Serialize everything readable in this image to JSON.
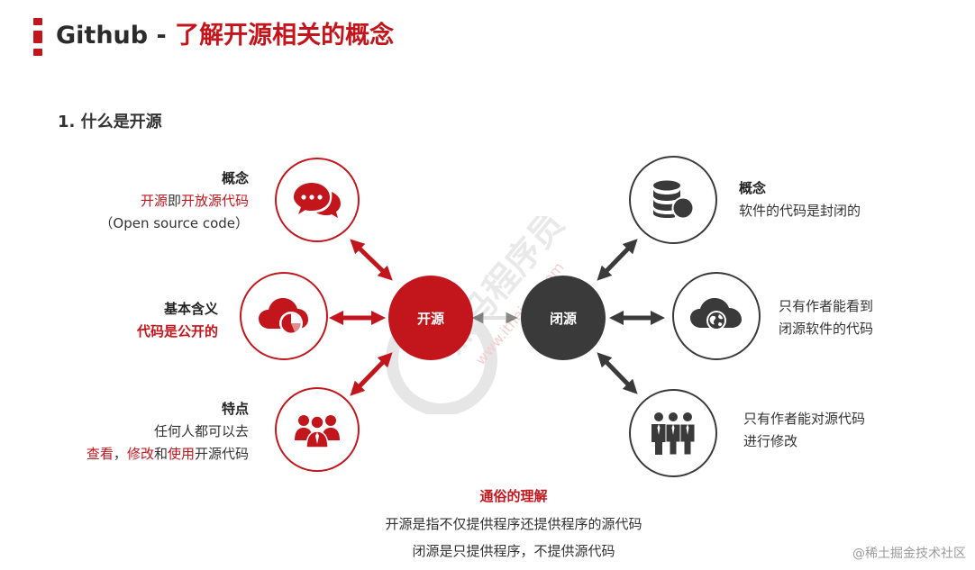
{
  "header": {
    "title_prefix": "Github - ",
    "title_main": "了解开源相关的概念"
  },
  "section": {
    "heading": "1. 什么是开源"
  },
  "hubs": {
    "open": "开源",
    "closed": "闭源"
  },
  "left": {
    "concept": {
      "heading": "概念",
      "line1_a": "开源",
      "line1_b": "即",
      "line1_c": "开放源代码",
      "line2": "（Open source code）"
    },
    "meaning": {
      "heading": "基本含义",
      "line1": "代码是公开的"
    },
    "feature": {
      "heading": "特点",
      "line1": "任何人都可以去",
      "line2_a": "查看",
      "line2_b": "，",
      "line2_c": "修改",
      "line2_d": "和",
      "line2_e": "使用",
      "line2_f": "开源代码"
    }
  },
  "right": {
    "concept": {
      "heading": "概念",
      "line1": "软件的代码是封闭的"
    },
    "access": {
      "line1": "只有作者能看到",
      "line2": "闭源软件的代码"
    },
    "modify": {
      "line1": "只有作者能对源代码",
      "line2": "进行修改"
    }
  },
  "summary": {
    "heading": "通俗的理解",
    "line1": "开源是指不仅提供程序还提供程序的源代码",
    "line2": "闭源是只提供程序，不提供源代码"
  },
  "watermark": {
    "brand": "黑马程序员",
    "url": "www.itheima.com"
  },
  "footer": {
    "text": "@稀土掘金技术社区"
  },
  "colors": {
    "accent": "#c3161c",
    "dark": "#3a3a3a"
  },
  "icons": {
    "left": [
      "chat-bubbles-icon",
      "cloud-chart-icon",
      "team-icon"
    ],
    "right": [
      "database-icon",
      "cloud-globe-icon",
      "business-team-icon"
    ]
  }
}
